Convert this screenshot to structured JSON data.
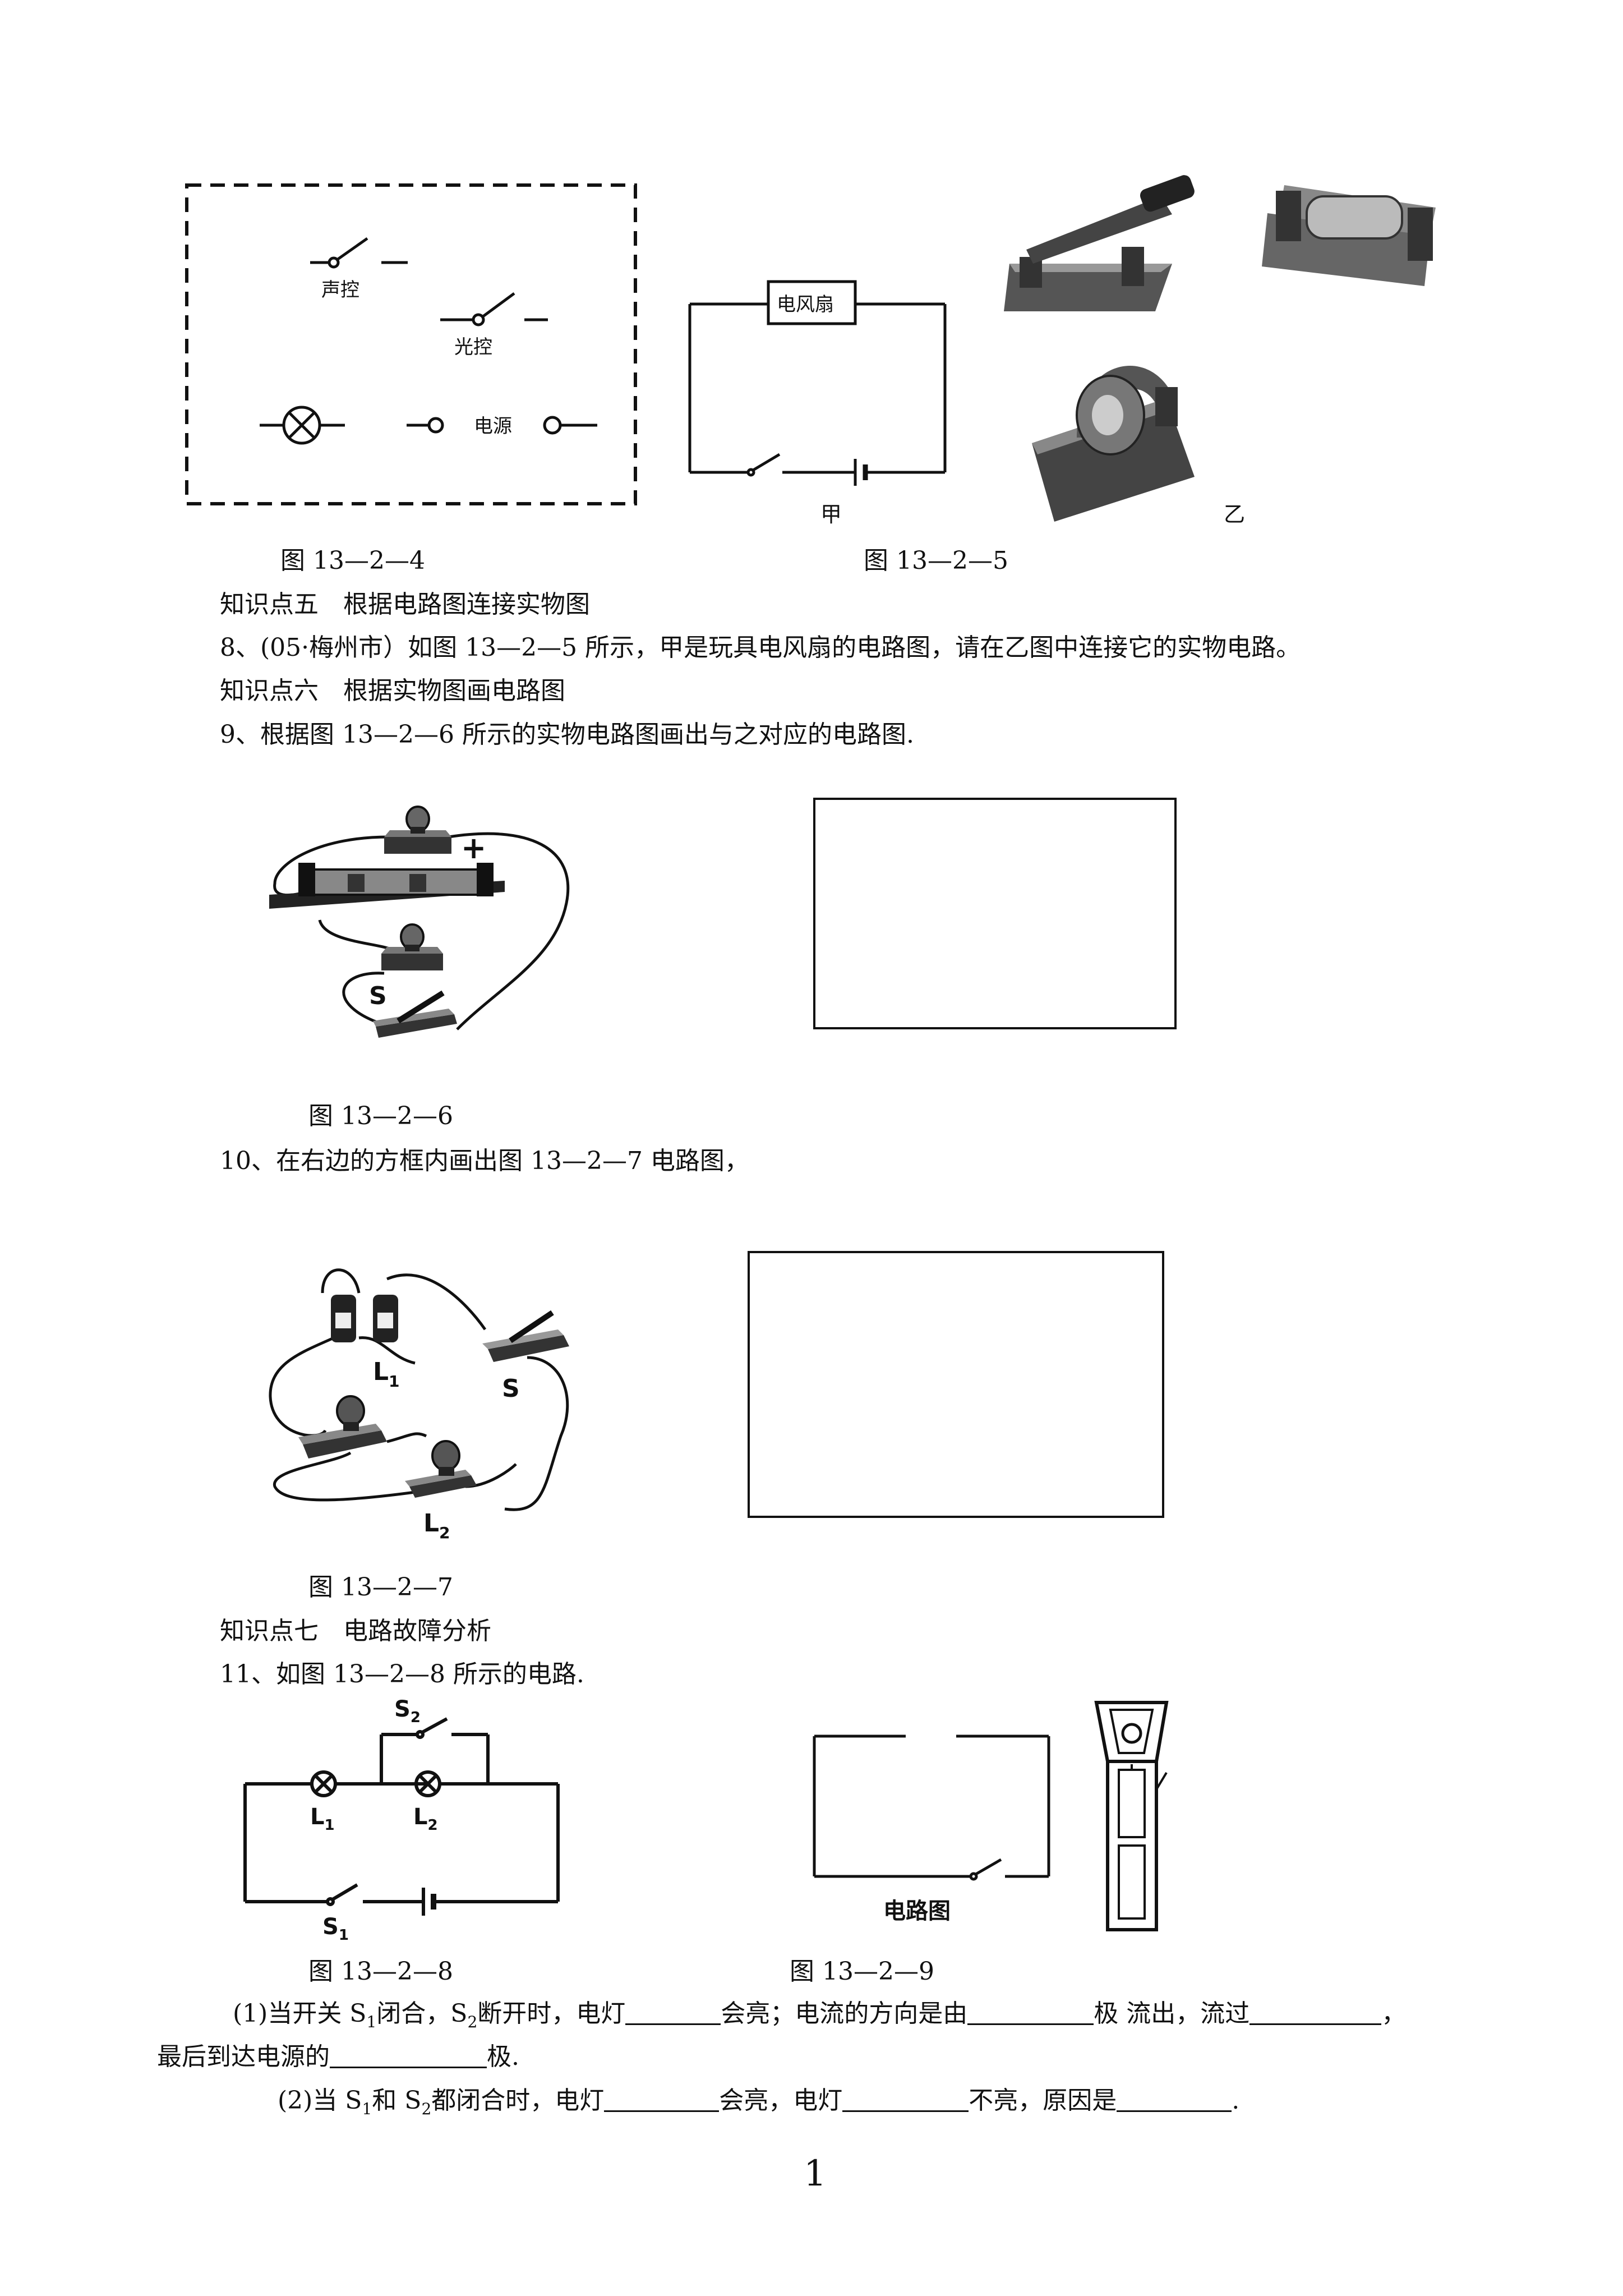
{
  "fig4": {
    "caption": "图 13—2—4",
    "sound_label": "声控",
    "light_label": "光控",
    "source_label": "电源"
  },
  "fig5": {
    "caption": "图 13—2—5",
    "fan_label": "电风扇",
    "jia_label": "甲",
    "yi_label": "乙"
  },
  "section5": "知识点五　根据电路图连接实物图",
  "q8": "8、(05·梅州市）如图 13—2—5 所示，甲是玩具电风扇的电路图，请在乙图中连接它的实物电路。",
  "section6": "知识点六　根据实物图画电路图",
  "q9": "9、根据图 13—2—6 所示的实物电路图画出与之对应的电路图.",
  "fig6": {
    "caption": "图 13—2—6",
    "switch_label": "S",
    "plus_label": "+"
  },
  "q10": "10、在右边的方框内画出图 13—2—7 电路图，",
  "fig7": {
    "caption": "图 13—2—7",
    "l1_label": "L",
    "l1_sub": "1",
    "l2_label": "L",
    "l2_sub": "2",
    "s_label": "S"
  },
  "section7": "知识点七　电路故障分析",
  "q11": "11、如图 13—2—8 所示的电路.",
  "fig8": {
    "caption": "图 13—2—8",
    "s2_label": "S",
    "s2_sub": "2",
    "l1_label": "L",
    "l1_sub": "1",
    "l2_label": "L",
    "l2_sub": "2",
    "s1_label": "S",
    "s1_sub": "1"
  },
  "fig9": {
    "caption": "图 13—2—9",
    "circuit_label": "电路图"
  },
  "q11_1": {
    "p1": "(1)当开关 S",
    "s1_sub": "1",
    "p2": "闭合，S",
    "s2_sub": "2",
    "p3": "断开时，电灯",
    "p4": "会亮；电流的方向是由",
    "p5": "极 流出，流过",
    "p6": "，",
    "line2_a": "最后到达电源的",
    "line2_b": "极."
  },
  "q11_2": {
    "p1": "(2)当 S",
    "s1_sub": "1",
    "p2": "和 S",
    "s2_sub": "2",
    "p3": "都闭合时，电灯",
    "p4": "会亮，电灯",
    "p5": "不亮，原因是",
    "p6": "."
  },
  "page_number": "1"
}
